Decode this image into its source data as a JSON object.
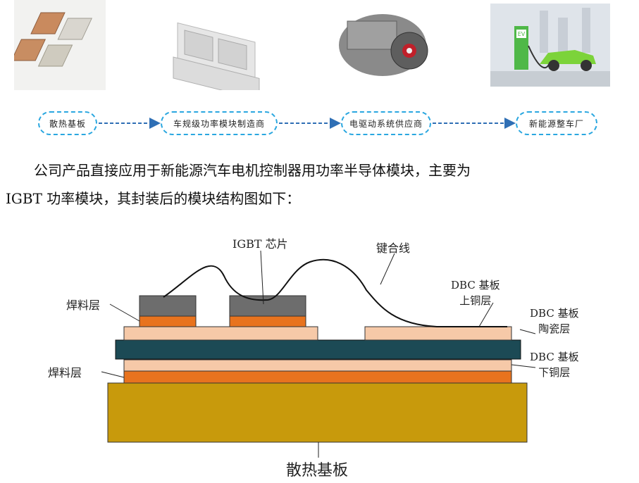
{
  "chain": [
    {
      "label": "散热基板"
    },
    {
      "label": "车规级功率模块制造商"
    },
    {
      "label": "电驱动系统供应商"
    },
    {
      "label": "新能源整车厂"
    }
  ],
  "ev_sign": "EV",
  "paragraph": {
    "line1": "公司产品直接应用于新能源汽车电机控制器用功率半导体模块，主要为",
    "line2": "IGBT 功率模块，其封装后的模块结构图如下："
  },
  "diagram": {
    "igbt_chip": "IGBT 芯片",
    "bond_wire": "键合线",
    "solder_top": "焊料层",
    "solder_bottom": "焊料层",
    "dbc_upper": {
      "line1": "DBC 基板",
      "line2": "上铜层"
    },
    "dbc_ceramic": {
      "line1": "DBC 基板",
      "line2": "陶瓷层"
    },
    "dbc_lower": {
      "line1": "DBC 基板",
      "line2": "下铜层"
    },
    "heat_sink": "散热基板"
  },
  "colors": {
    "chain_border": "#2aa7e0",
    "chip": "#6d6d6d",
    "solder": "#e8731e",
    "copper": "#f6c9a8",
    "ceramic": "#1c4a55",
    "heat_sink": "#c89a0c"
  }
}
